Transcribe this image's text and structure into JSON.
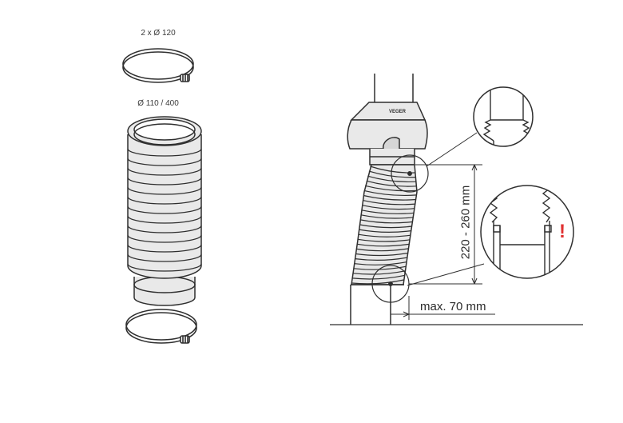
{
  "labels": {
    "clamp": "2 x Ø 120",
    "bellows": "Ø 110 / 400",
    "dimension_vertical": "220 - 260 mm",
    "dimension_horizontal": "max. 70 mm",
    "warning": "!",
    "brand": "VEGER"
  },
  "colors": {
    "line": "#2f2f2f",
    "fill": "#e9e9e9",
    "fill_dark": "#d6d6d6",
    "warning": "#e03030"
  }
}
